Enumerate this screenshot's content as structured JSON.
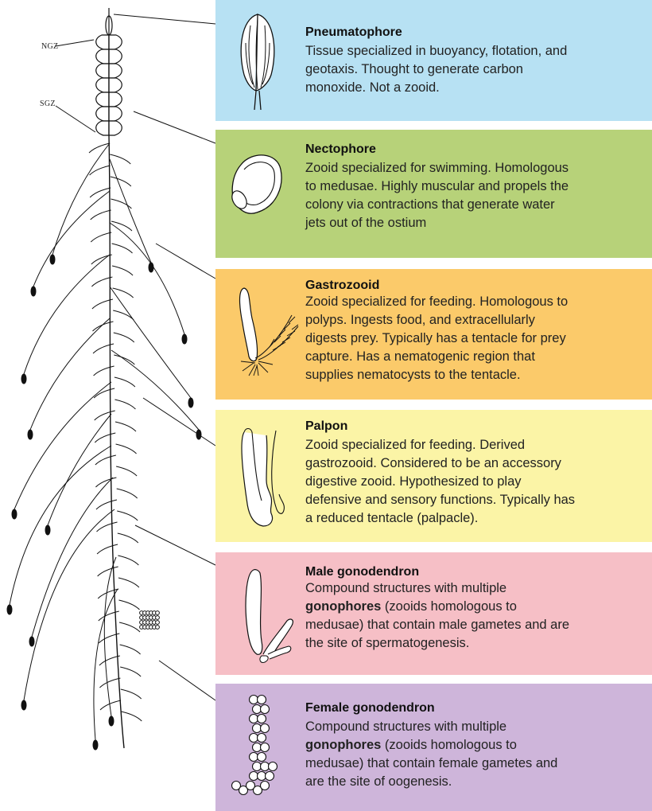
{
  "labels": {
    "ngz": "NGZ",
    "sgz": "SGZ"
  },
  "colors": {
    "pneumatophore": "#b7e1f3",
    "nectophore": "#b7d279",
    "gastrozooid": "#fbca6a",
    "palpon": "#fbf4a6",
    "male_gonodendron": "#f6bfc6",
    "female_gonodendron": "#ceb5da"
  },
  "panels": {
    "pneumatophore": {
      "icon": "pneumatophore-icon",
      "title": "Pneumatophore",
      "lines": [
        "Tissue specialized in buoyancy, flotation, and",
        "geotaxis. Thought to generate carbon",
        "monoxide. Not a zooid."
      ]
    },
    "nectophore": {
      "icon": "nectophore-icon",
      "title": "Nectophore",
      "lines": [
        "Zooid specialized for swimming. Homologous",
        "to medusae. Highly muscular and propels the",
        "colony via contractions that generate water",
        "jets out of the ostium"
      ]
    },
    "gastrozooid": {
      "icon": "gastrozooid-icon",
      "title": "Gastrozooid",
      "lines": [
        "Zooid specialized for feeding. Homologous to",
        "polyps. Ingests food, and extracellularly",
        "digests prey. Typically has a tentacle for prey",
        "capture. Has a nematogenic region that",
        "supplies nematocysts to the tentacle."
      ]
    },
    "palpon": {
      "icon": "palpon-icon",
      "title": "Palpon",
      "lines": [
        "Zooid specialized for feeding. Derived",
        "gastrozooid. Considered to be an accessory",
        "digestive zooid. Hypothesized to play",
        "defensive and sensory functions. Typically has",
        "a reduced tentacle (palpacle)."
      ]
    },
    "male": {
      "icon": "male-gonodendron-icon",
      "title": "Male gonodendron",
      "line1": "Compound structures with multiple",
      "bold": "gonophores",
      "line2rest": " (zooids homologous to",
      "line3": "medusae) that contain male gametes and are",
      "line4": "the site of spermatogenesis."
    },
    "female": {
      "icon": "female-gonodendron-icon",
      "title": "Female gonodendron",
      "line1": "Compound structures with multiple",
      "bold": "gonophores",
      "line2rest": " (zooids homologous to",
      "line3": "medusae) that contain female gametes and",
      "line4": "are the site of oogenesis."
    }
  }
}
